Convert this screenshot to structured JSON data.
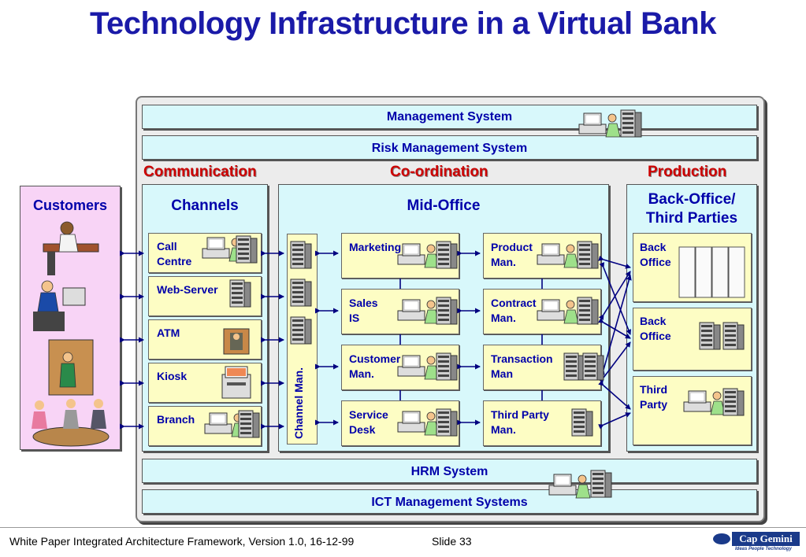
{
  "title": "Technology Infrastructure in a Virtual Bank",
  "bars": {
    "management": "Management System",
    "risk": "Risk Management System",
    "hrm": "HRM System",
    "ict": "ICT Management Systems"
  },
  "sections": {
    "communication": "Communication",
    "coordination": "Co-ordination",
    "production": "Production"
  },
  "customers": {
    "title": "Customers"
  },
  "channels": {
    "title": "Channels",
    "items": [
      "Call\nCentre",
      "Web-Server",
      "ATM",
      "Kiosk",
      "Branch"
    ]
  },
  "channel_man": "Channel Man.",
  "mid_office": {
    "title": "Mid-Office",
    "left": [
      "Marketing",
      "Sales\nIS",
      "Customer\nMan.",
      "Service\nDesk"
    ],
    "right": [
      "Product\nMan.",
      "Contract\nMan.",
      "Transaction\nMan",
      "Third Party\nMan."
    ]
  },
  "back_office": {
    "title": "Back-Office/\nThird Parties",
    "items": [
      "Back\nOffice",
      "Back\nOffice",
      "Third\nParty"
    ]
  },
  "footer": {
    "left": "White Paper Integrated Architecture Framework, Version 1.0, 16-12-99",
    "slide": "Slide 33",
    "logo": "Cap Gemini",
    "tagline": "Ideas People Technology"
  },
  "icons": {
    "workstation": "workstation-icon",
    "server": "server-tower-icon",
    "person": "person-icon",
    "mainframe": "mainframe-cabinets-icon"
  },
  "colors": {
    "title": "#1a1aa8",
    "label": "#0000aa",
    "section": "#cc0000",
    "panel": "#d8f8fb",
    "box": "#fdfdc4",
    "customers": "#f8d4f6",
    "arrow": "#000080"
  }
}
